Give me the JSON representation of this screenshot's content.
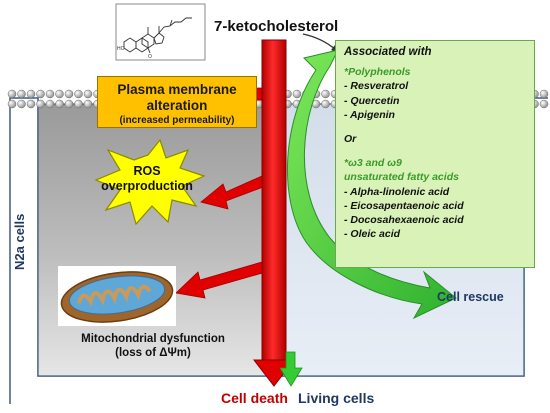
{
  "title": "7-ketocholesterol",
  "cell_label": "N2a  cells",
  "plasma_membrane": {
    "title": "Plasma membrane alteration",
    "subtitle": "(increased permeability)"
  },
  "ros_label": "ROS overproduction",
  "mitochondria_label": {
    "line1": "Mitochondrial dysfunction",
    "line2": "(loss of ΔΨm)"
  },
  "associated": {
    "heading": "Associated with",
    "polyphenols_heading": "*Polyphenols",
    "polyphenols": [
      "- Resveratrol",
      "- Quercetin",
      "- Apigenin"
    ],
    "or": "Or",
    "fatty_heading_1": "*ω3 and ω9",
    "fatty_heading_2": "unsaturated fatty acids",
    "fatty_acids": [
      "- Alpha-linolenic acid",
      "- Eicosapentaenoic acid",
      "- Docosahexaenoic acid",
      "- Oleic acid"
    ]
  },
  "cell_rescue": "Cell rescue",
  "cell_death": "Cell death",
  "living_cells": "Living cells",
  "colors": {
    "death_panel": "#a6a6a6",
    "living_panel": "#dce6f2",
    "red_arrow": "#e00000",
    "green_arrow": "#33cc33",
    "orange_box": "#ffc000",
    "yellow_star": "#ffff00",
    "association_box": "#d9f2b8"
  }
}
